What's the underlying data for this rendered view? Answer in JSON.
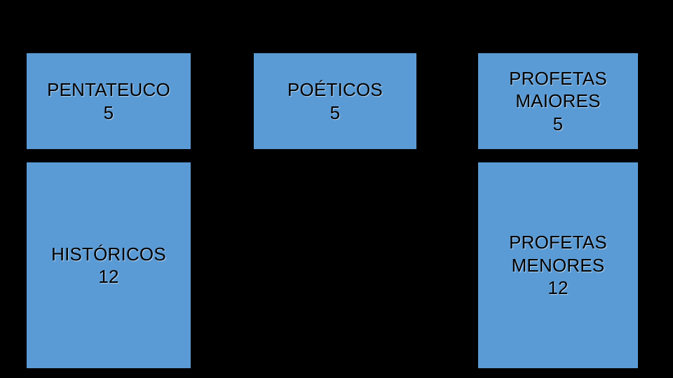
{
  "slide": {
    "background_color": "#000000",
    "box_color": "#5B9BD5",
    "text_color": "#000000",
    "boxes": [
      {
        "id": "pentateuco",
        "title": "PENTATEUCO",
        "count": "5"
      },
      {
        "id": "poeticos",
        "title": "POÉTICOS",
        "count": "5"
      },
      {
        "id": "profetas-maiores",
        "title_line1": "PROFETAS",
        "title_line2": "MAIORES",
        "count": "5"
      },
      {
        "id": "historicos",
        "title": "HISTÓRICOS",
        "count": "12"
      },
      {
        "id": "profetas-menores",
        "title_line1": "PROFETAS",
        "title_line2": "MENORES",
        "count": "12"
      }
    ]
  }
}
